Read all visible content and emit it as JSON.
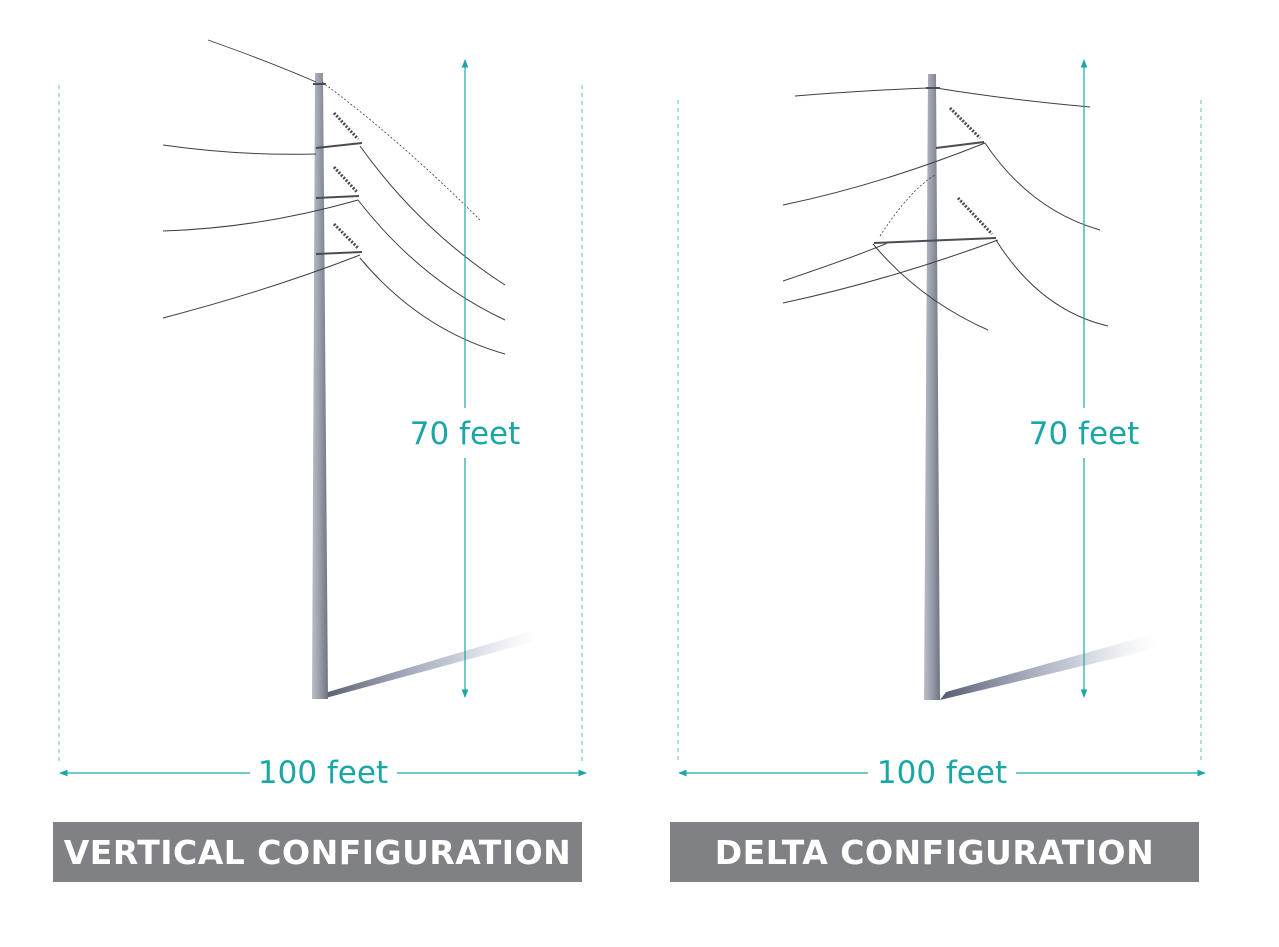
{
  "colors": {
    "accent": "#1aa6a6",
    "pole": "#8e939e",
    "label_bg": "#808184",
    "label_text": "#ffffff",
    "wire": "#3d3f44"
  },
  "panels": [
    {
      "height_label": "70 feet",
      "width_label": "100 feet",
      "config_label": "VERTICAL CONFIGURATION"
    },
    {
      "height_label": "70 feet",
      "width_label": "100 feet",
      "config_label": "DELTA CONFIGURATION"
    }
  ]
}
